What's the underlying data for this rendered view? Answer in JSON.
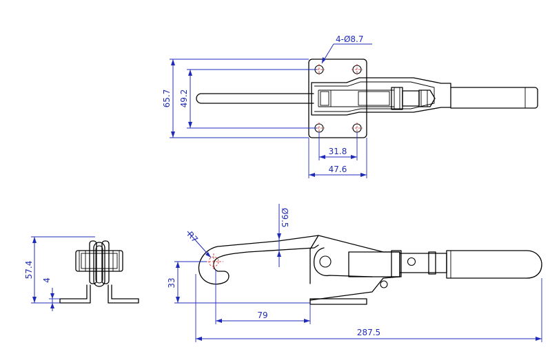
{
  "dimensions": {
    "holes": "4-Ø8.7",
    "height_outer": "65.7",
    "height_inner": "49.2",
    "width_inner": "31.8",
    "width_outer": "47.6",
    "side_height": "57.4",
    "side_base": "4",
    "radius": "R7",
    "pin_dia": "Ø9.5",
    "hook_height": "33",
    "hook_offset": "79",
    "overall_length": "287.5"
  },
  "colors": {
    "dimension": "#1f2bb8",
    "center_line": "#d11f1f",
    "outline": "#000000"
  }
}
